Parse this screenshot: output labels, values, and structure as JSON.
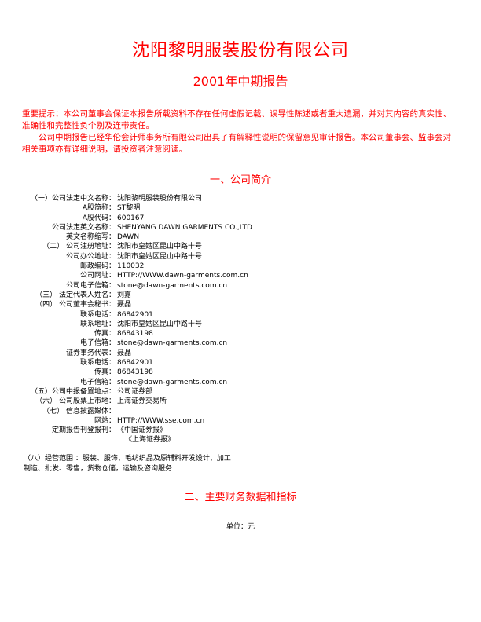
{
  "header": {
    "company": "沈阳黎明服装股份有限公司",
    "report": "2001年中期报告"
  },
  "notice": {
    "p1": "重要提示：本公司董事会保证本报告所载资料不存在任何虚假记载、误导性陈述或者重大遗漏，并对其内容的真实性、准确性和完整性负个别及连带责任。",
    "p2": "公司中期报告已经华伦会计师事务所有限公司出具了有解释性说明的保留意见审计报告。本公司董事会、监事会对相关事项亦有详细说明，请投资者注意阅读。"
  },
  "sections": {
    "s1": "一、公司简介",
    "s2": "二、主要财务数据和指标"
  },
  "info_rows": [
    {
      "label": "（一）公司法定中文名称：",
      "value": "沈阳黎明服装股份有限公司"
    },
    {
      "label": "A股简称：",
      "value": "ST黎明"
    },
    {
      "label": "A股代码：",
      "value": "600167"
    },
    {
      "label": "公司法定英文名称：",
      "value": "SHENYANG DAWN GARMENTS CO.,LTD"
    },
    {
      "label": "英文名称缩写：",
      "value": "DAWN"
    },
    {
      "label": "（二）  公司注册地址：",
      "value": "沈阳市皇姑区昆山中路十号"
    },
    {
      "label": "公司办公地址：",
      "value": "沈阳市皇姑区昆山中路十号"
    },
    {
      "label": "邮政编码：",
      "value": "110032"
    },
    {
      "label": "公司网址：",
      "value": "HTTP://WWW.dawn-garments.com.cn"
    },
    {
      "label": "公司电子信箱：",
      "value": "stone@dawn-garments.com.cn"
    },
    {
      "label": "（三）  法定代表人姓名：",
      "value": "刘嘉"
    },
    {
      "label": "（四）  公司董事会秘书：",
      "value": "聂晶"
    },
    {
      "label": "联系电话：",
      "value": "86842901"
    },
    {
      "label": "联系地址：",
      "value": "沈阳市皇姑区昆山中路十号"
    },
    {
      "label": "传真：",
      "value": "86843198"
    },
    {
      "label": "电子信箱：",
      "value": "stone@dawn-garments.com.cn"
    },
    {
      "label": "证券事务代表：",
      "value": "聂晶"
    },
    {
      "label": "联系电话：",
      "value": "86842901"
    },
    {
      "label": "传真：",
      "value": "86843198"
    },
    {
      "label": "电子信箱：",
      "value": "stone@dawn-garments.com.cn"
    },
    {
      "label": "（五）公司中报备置地点：",
      "value": "公司证券部"
    },
    {
      "label": "（六）  公司股票上市地：",
      "value": "上海证券交易所"
    },
    {
      "label": "（七）  信息披露媒体：",
      "value": ""
    },
    {
      "label": "网站：",
      "value": "HTTP://WWW.sse.com.cn"
    },
    {
      "label": "定期报告刊登报刊：",
      "value": "《中国证券报》"
    },
    {
      "label": "",
      "value": "《上海证券报》"
    }
  ],
  "scope": {
    "line1": "（八）经营范围 ：服装、服饰、毛纺织品及原辅料开发设计、加工",
    "line2": "制造、批发、零售，货物仓储，运输及咨询服务"
  },
  "unit": "单位：元",
  "colors": {
    "accent": "#ff0000",
    "text": "#000000"
  }
}
